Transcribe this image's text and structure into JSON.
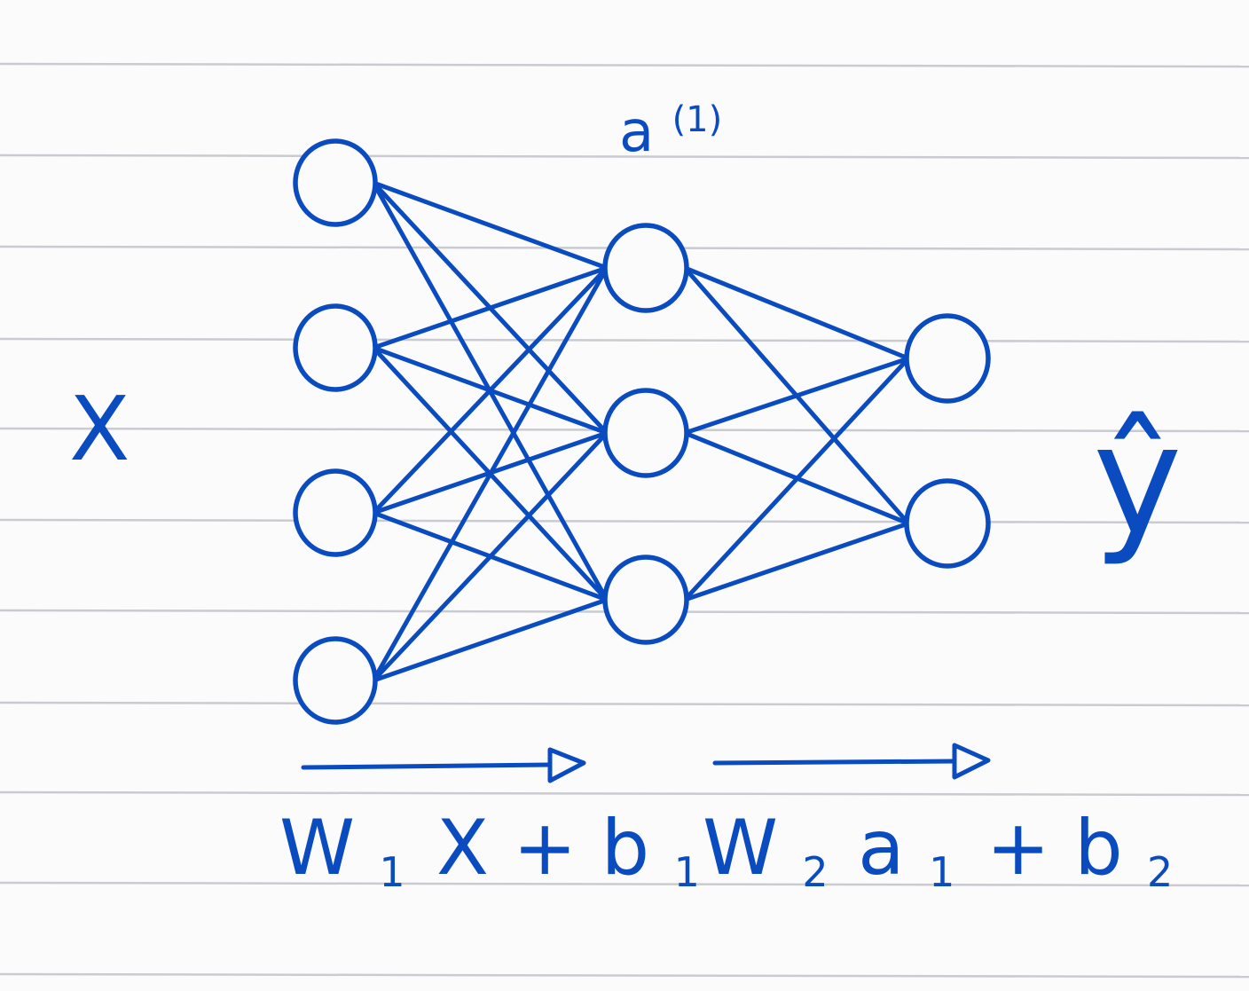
{
  "labels": {
    "input": "X",
    "hidden": "a",
    "hidden_superscript": "(1)",
    "output": "ŷ"
  },
  "equations": {
    "first": {
      "W": "W",
      "W_sub": "1",
      "mid": "X + b",
      "mid_sub": "1"
    },
    "second": {
      "W": "W",
      "W_sub": "2",
      "mid": "a",
      "a_sub": "1",
      "plus_b": "+ b",
      "b_sub": "2"
    }
  },
  "network": {
    "layers": [
      {
        "name": "input",
        "units": 4
      },
      {
        "name": "hidden",
        "units": 3
      },
      {
        "name": "output",
        "units": 2
      }
    ],
    "fully_connected": true
  },
  "colors": {
    "ink": "#0a4cc0",
    "paper": "#fbfbfb",
    "rule_lines": "#c9cbd0"
  }
}
